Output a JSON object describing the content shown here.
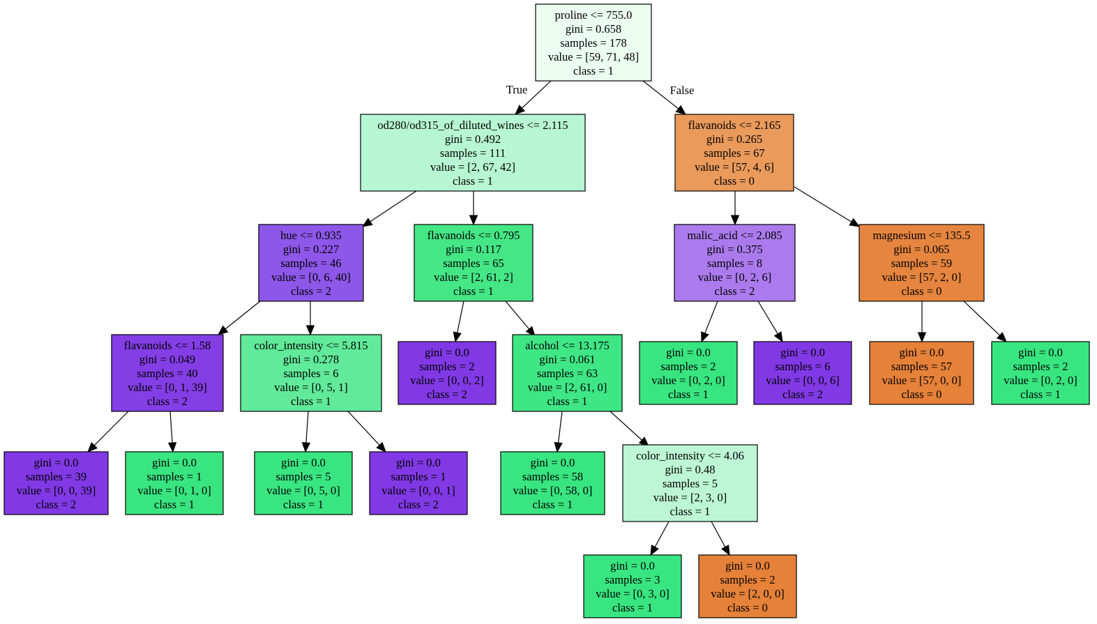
{
  "tree": {
    "edge_labels": {
      "true_label": "True",
      "false_label": "False"
    },
    "nodes": [
      {
        "id": "n0",
        "lines": [
          "proline <= 755.0",
          "gini = 0.658",
          "samples = 178",
          "value = [59, 71, 48]",
          "class = 1"
        ],
        "fill": "#ebfcf1"
      },
      {
        "id": "n1",
        "lines": [
          "od280/od315_of_diluted_wines <= 2.115",
          "gini = 0.492",
          "samples = 111",
          "value = [2, 67, 42]",
          "class = 1"
        ],
        "fill": "#b7f6d3"
      },
      {
        "id": "n2",
        "lines": [
          "flavanoids <= 2.165",
          "gini = 0.265",
          "samples = 67",
          "value = [57, 4, 6]",
          "class = 0"
        ],
        "fill": "#ea9a5b"
      },
      {
        "id": "n3",
        "lines": [
          "hue <= 0.935",
          "gini = 0.227",
          "samples = 46",
          "value = [0, 6, 40]",
          "class = 2"
        ],
        "fill": "#8d57e9"
      },
      {
        "id": "n4",
        "lines": [
          "flavanoids <= 0.795",
          "gini = 0.117",
          "samples = 65",
          "value = [2, 61, 2]",
          "class = 1"
        ],
        "fill": "#45e686"
      },
      {
        "id": "n5",
        "lines": [
          "malic_acid <= 2.085",
          "gini = 0.375",
          "samples = 8",
          "value = [0, 2, 6]",
          "class = 2"
        ],
        "fill": "#ab7bee"
      },
      {
        "id": "n6",
        "lines": [
          "magnesium <= 135.5",
          "gini = 0.065",
          "samples = 59",
          "value = [57, 2, 0]",
          "class = 0"
        ],
        "fill": "#e6853f"
      },
      {
        "id": "n7",
        "lines": [
          "flavanoids <= 1.58",
          "gini = 0.049",
          "samples = 40",
          "value = [0, 1, 39]",
          "class = 2"
        ],
        "fill": "#843ee6"
      },
      {
        "id": "n8",
        "lines": [
          "color_intensity <= 5.815",
          "gini = 0.278",
          "samples = 6",
          "value = [0, 5, 1]",
          "class = 1"
        ],
        "fill": "#61ea9a"
      },
      {
        "id": "n9",
        "lines": [
          "gini = 0.0",
          "samples = 2",
          "value = [0, 0, 2]",
          "class = 2"
        ],
        "fill": "#8139e5"
      },
      {
        "id": "n10",
        "lines": [
          "alcohol <= 13.175",
          "gini = 0.061",
          "samples = 63",
          "value = [2, 61, 0]",
          "class = 1"
        ],
        "fill": "#3fe685"
      },
      {
        "id": "n11",
        "lines": [
          "gini = 0.0",
          "samples = 2",
          "value = [0, 2, 0]",
          "class = 1"
        ],
        "fill": "#39e581"
      },
      {
        "id": "n12",
        "lines": [
          "gini = 0.0",
          "samples = 6",
          "value = [0, 0, 6]",
          "class = 2"
        ],
        "fill": "#8139e5"
      },
      {
        "id": "n13",
        "lines": [
          "gini = 0.0",
          "samples = 57",
          "value = [57, 0, 0]",
          "class = 0"
        ],
        "fill": "#e58139"
      },
      {
        "id": "n14",
        "lines": [
          "gini = 0.0",
          "samples = 2",
          "value = [0, 2, 0]",
          "class = 1"
        ],
        "fill": "#39e581"
      },
      {
        "id": "n15",
        "lines": [
          "gini = 0.0",
          "samples = 39",
          "value = [0, 0, 39]",
          "class = 2"
        ],
        "fill": "#8139e5"
      },
      {
        "id": "n16",
        "lines": [
          "gini = 0.0",
          "samples = 1",
          "value = [0, 1, 0]",
          "class = 1"
        ],
        "fill": "#39e581"
      },
      {
        "id": "n17",
        "lines": [
          "gini = 0.0",
          "samples = 5",
          "value = [0, 5, 0]",
          "class = 1"
        ],
        "fill": "#39e581"
      },
      {
        "id": "n18",
        "lines": [
          "gini = 0.0",
          "samples = 1",
          "value = [0, 0, 1]",
          "class = 2"
        ],
        "fill": "#8139e5"
      },
      {
        "id": "n19",
        "lines": [
          "gini = 0.0",
          "samples = 58",
          "value = [0, 58, 0]",
          "class = 1"
        ],
        "fill": "#39e581"
      },
      {
        "id": "n20",
        "lines": [
          "color_intensity <= 4.06",
          "gini = 0.48",
          "samples = 5",
          "value = [2, 3, 0]",
          "class = 1"
        ],
        "fill": "#bdf6d5"
      },
      {
        "id": "n21",
        "lines": [
          "gini = 0.0",
          "samples = 3",
          "value = [0, 3, 0]",
          "class = 1"
        ],
        "fill": "#39e581"
      },
      {
        "id": "n22",
        "lines": [
          "gini = 0.0",
          "samples = 2",
          "value = [2, 0, 0]",
          "class = 0"
        ],
        "fill": "#e58139"
      }
    ],
    "edges": [
      [
        "n0",
        "n1"
      ],
      [
        "n0",
        "n2"
      ],
      [
        "n1",
        "n3"
      ],
      [
        "n1",
        "n4"
      ],
      [
        "n2",
        "n5"
      ],
      [
        "n2",
        "n6"
      ],
      [
        "n3",
        "n7"
      ],
      [
        "n3",
        "n8"
      ],
      [
        "n4",
        "n9"
      ],
      [
        "n4",
        "n10"
      ],
      [
        "n5",
        "n11"
      ],
      [
        "n5",
        "n12"
      ],
      [
        "n6",
        "n13"
      ],
      [
        "n6",
        "n14"
      ],
      [
        "n7",
        "n15"
      ],
      [
        "n7",
        "n16"
      ],
      [
        "n8",
        "n17"
      ],
      [
        "n8",
        "n18"
      ],
      [
        "n10",
        "n19"
      ],
      [
        "n10",
        "n20"
      ],
      [
        "n20",
        "n21"
      ],
      [
        "n20",
        "n22"
      ]
    ]
  }
}
